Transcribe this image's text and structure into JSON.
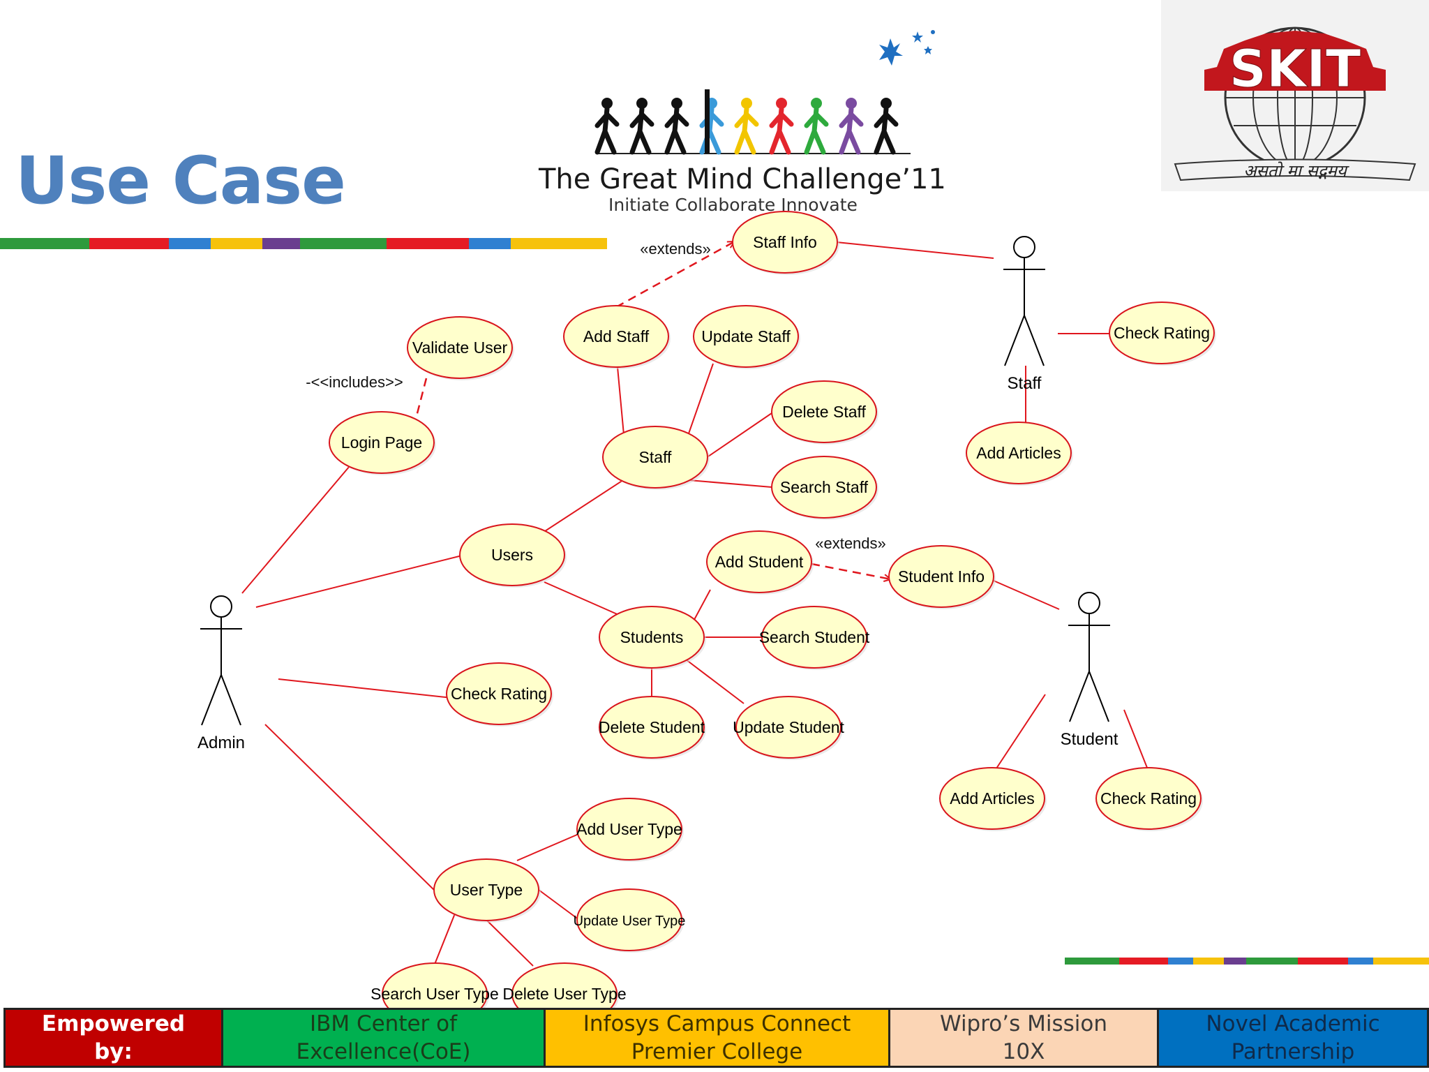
{
  "slide": {
    "title": "Use Case",
    "logo": {
      "name": "The Great Mind Challenge’11",
      "tagline": "Initiate Collaborate Innovate"
    },
    "partner_logo": {
      "name": "SKIT",
      "motto": "असतो मा सद्गमय"
    },
    "stripe_colors": [
      "#2e9a3c",
      "#e51b24",
      "#2f80d1",
      "#f6c20c",
      "#6a3e8f",
      "#2e9a3c",
      "#e51b24",
      "#2f80d1",
      "#f6c20c"
    ],
    "footer": [
      {
        "lines": [
          "Empowered",
          "by:"
        ],
        "bg": "#c00000",
        "color": "#ffffff",
        "bold": true
      },
      {
        "lines": [
          "IBM Center of",
          "Excellence(CoE)"
        ],
        "bg": "#00b050",
        "color": "#1a3d1a",
        "bold": false
      },
      {
        "lines": [
          "Infosys Campus Connect",
          "Premier College"
        ],
        "bg": "#ffc000",
        "color": "#3d3000",
        "bold": false
      },
      {
        "lines": [
          "Wipro’s Mission",
          "10X"
        ],
        "bg": "#fbd5b5",
        "color": "#3a3a3a",
        "bold": false
      },
      {
        "lines": [
          "Novel Academic",
          "Partnership"
        ],
        "bg": "#0070c0",
        "color": "#0f2a4a",
        "bold": false
      }
    ]
  },
  "diagram": {
    "colors": {
      "line": "#e0161d",
      "node_fill": "#ffffcc",
      "node_stroke": "#d9141c",
      "actor": "#000000"
    },
    "actors": [
      {
        "id": "admin",
        "label": "Admin"
      },
      {
        "id": "staff_actor",
        "label": "Staff"
      },
      {
        "id": "student_actor",
        "label": "Student"
      }
    ],
    "use_cases": [
      {
        "id": "validate",
        "label": "Validate User"
      },
      {
        "id": "login",
        "label": "Login Page"
      },
      {
        "id": "users",
        "label": "Users"
      },
      {
        "id": "check_admin",
        "label": "Check Rating"
      },
      {
        "id": "usertype",
        "label": "User Type"
      },
      {
        "id": "staff",
        "label": "Staff"
      },
      {
        "id": "add_staff",
        "label": "Add Staff"
      },
      {
        "id": "update_staff",
        "label": "Update Staff"
      },
      {
        "id": "delete_staff",
        "label": "Delete Staff"
      },
      {
        "id": "search_staff",
        "label": "Search Staff"
      },
      {
        "id": "staff_info",
        "label": "Staff Info"
      },
      {
        "id": "students",
        "label": "Students"
      },
      {
        "id": "add_student",
        "label": "Add Student"
      },
      {
        "id": "search_student",
        "label": "Search Student"
      },
      {
        "id": "delete_student",
        "label": "Delete Student"
      },
      {
        "id": "update_student",
        "label": "Update Student"
      },
      {
        "id": "student_info",
        "label": "Student Info"
      },
      {
        "id": "add_usertype",
        "label": "Add User Type"
      },
      {
        "id": "update_usertype",
        "label": "Update User Type"
      },
      {
        "id": "search_usertype",
        "label": "Search User Type"
      },
      {
        "id": "delete_usertype",
        "label": "Delete User Type"
      },
      {
        "id": "staff_check",
        "label": "Check Rating"
      },
      {
        "id": "staff_articles",
        "label": "Add Articles"
      },
      {
        "id": "stu_articles",
        "label": "Add Articles"
      },
      {
        "id": "stu_check",
        "label": "Check Rating"
      }
    ],
    "relationship_labels": {
      "includes": "-<<includes>>",
      "extends_staff": "«extends»",
      "extends_student": "«extends»"
    }
  }
}
